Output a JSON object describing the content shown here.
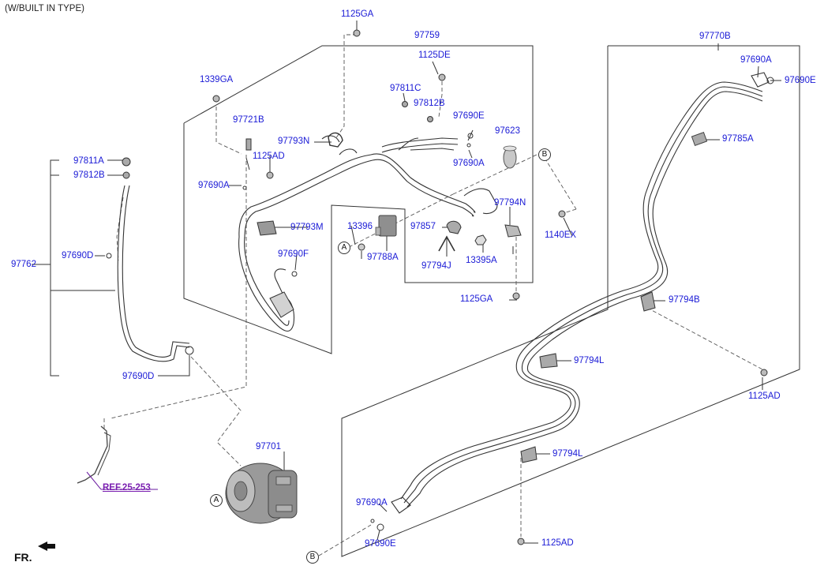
{
  "header_note": "(W/BUILT IN TYPE)",
  "direction_label": "FR.",
  "reference_label": "REF.25-253",
  "colors": {
    "part_label": "#1a1ad6",
    "reference": "#7a1fb0",
    "line": "#333333",
    "component": "#9a9a9a"
  },
  "callouts": [
    "A",
    "A",
    "B",
    "B"
  ],
  "part_labels": {
    "p1125GA_top": "1125GA",
    "p97759": "97759",
    "p1125DE": "1125DE",
    "p97770B": "97770B",
    "p1339GA": "1339GA",
    "p97811C": "97811C",
    "p97690A_r1": "97690A",
    "p97690E_r1": "97690E",
    "p97812B_mid": "97812B",
    "p97721B": "97721B",
    "p97690E_mid": "97690E",
    "p97623": "97623",
    "p97793N": "97793N",
    "p1125AD_mid": "1125AD",
    "p97690A_mid": "97690A",
    "p97785A": "97785A",
    "p97811A": "97811A",
    "p97812B_left": "97812B",
    "p97690A_left": "97690A",
    "p97794N": "97794N",
    "p97793M": "97793M",
    "p13396": "13396",
    "p97857": "97857",
    "p1140EX": "1140EX",
    "p97788A": "97788A",
    "p13395A": "13395A",
    "p97690F": "97690F",
    "p97794J": "97794J",
    "p97762": "97762",
    "p97690D_top": "97690D",
    "p1125GA_mid": "1125GA",
    "p97794B": "97794B",
    "p97794L_1": "97794L",
    "p97690D_bot": "97690D",
    "p1125AD_right": "1125AD",
    "p97701": "97701",
    "p97794L_2": "97794L",
    "p97690A_bot": "97690A",
    "p97690E_bot": "97690E",
    "p1125AD_bot": "1125AD"
  }
}
